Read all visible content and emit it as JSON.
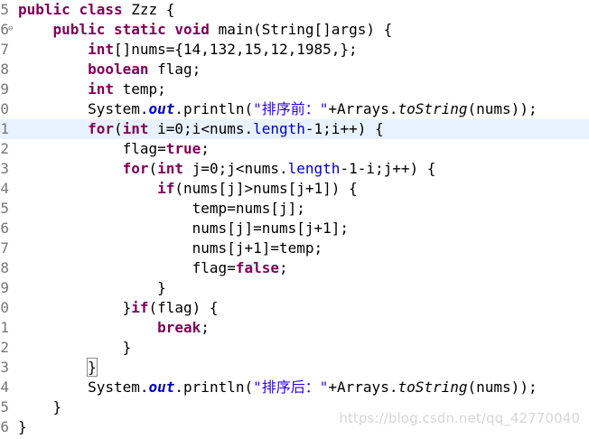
{
  "editor": {
    "current_line_index": 6,
    "lines": [
      {
        "gutter": "5",
        "fold": false,
        "tokens": [
          {
            "t": "public",
            "c": "kw"
          },
          {
            "t": " ",
            "c": ""
          },
          {
            "t": "class",
            "c": "kw"
          },
          {
            "t": " Zzz {",
            "c": ""
          }
        ]
      },
      {
        "gutter": "6",
        "fold": true,
        "tokens": [
          {
            "t": "    ",
            "c": ""
          },
          {
            "t": "public",
            "c": "kw"
          },
          {
            "t": " ",
            "c": ""
          },
          {
            "t": "static",
            "c": "kw"
          },
          {
            "t": " ",
            "c": ""
          },
          {
            "t": "void",
            "c": "kw"
          },
          {
            "t": " main(String[]args) {",
            "c": ""
          }
        ]
      },
      {
        "gutter": "7",
        "fold": false,
        "tokens": [
          {
            "t": "        ",
            "c": ""
          },
          {
            "t": "int",
            "c": "kw"
          },
          {
            "t": "[]nums={14,132,15,12,1985,};",
            "c": ""
          }
        ]
      },
      {
        "gutter": "8",
        "fold": false,
        "tokens": [
          {
            "t": "        ",
            "c": ""
          },
          {
            "t": "boolean",
            "c": "kw"
          },
          {
            "t": " flag;",
            "c": ""
          }
        ]
      },
      {
        "gutter": "9",
        "fold": false,
        "tokens": [
          {
            "t": "        ",
            "c": ""
          },
          {
            "t": "int",
            "c": "kw"
          },
          {
            "t": " temp;",
            "c": ""
          }
        ]
      },
      {
        "gutter": "0",
        "fold": false,
        "tokens": [
          {
            "t": "        System.",
            "c": ""
          },
          {
            "t": "out",
            "c": "static-field"
          },
          {
            "t": ".println(",
            "c": ""
          },
          {
            "t": "\"排序前：\"",
            "c": "str"
          },
          {
            "t": "+Arrays.",
            "c": ""
          },
          {
            "t": "toString",
            "c": "static-method"
          },
          {
            "t": "(nums));",
            "c": ""
          }
        ]
      },
      {
        "gutter": "1",
        "fold": false,
        "tokens": [
          {
            "t": "        ",
            "c": ""
          },
          {
            "t": "for",
            "c": "kw"
          },
          {
            "t": "(",
            "c": ""
          },
          {
            "t": "int",
            "c": "kw"
          },
          {
            "t": " i=0;i<nums.",
            "c": ""
          },
          {
            "t": "length",
            "c": "field"
          },
          {
            "t": "-1;i++) {",
            "c": ""
          }
        ]
      },
      {
        "gutter": "2",
        "fold": false,
        "tokens": [
          {
            "t": "            flag=",
            "c": ""
          },
          {
            "t": "true",
            "c": "kw"
          },
          {
            "t": ";",
            "c": ""
          }
        ]
      },
      {
        "gutter": "3",
        "fold": false,
        "tokens": [
          {
            "t": "            ",
            "c": ""
          },
          {
            "t": "for",
            "c": "kw"
          },
          {
            "t": "(",
            "c": ""
          },
          {
            "t": "int",
            "c": "kw"
          },
          {
            "t": " j=0;j<nums.",
            "c": ""
          },
          {
            "t": "length",
            "c": "field"
          },
          {
            "t": "-1-i;j++) {",
            "c": ""
          }
        ]
      },
      {
        "gutter": "4",
        "fold": false,
        "tokens": [
          {
            "t": "                ",
            "c": ""
          },
          {
            "t": "if",
            "c": "kw"
          },
          {
            "t": "(nums[j]>nums[j+1]) {",
            "c": ""
          }
        ]
      },
      {
        "gutter": "5",
        "fold": false,
        "tokens": [
          {
            "t": "                    temp=nums[j];",
            "c": ""
          }
        ]
      },
      {
        "gutter": "6",
        "fold": false,
        "tokens": [
          {
            "t": "                    nums[j]=nums[j+1];",
            "c": ""
          }
        ]
      },
      {
        "gutter": "7",
        "fold": false,
        "tokens": [
          {
            "t": "                    nums[j+1]=temp;",
            "c": ""
          }
        ]
      },
      {
        "gutter": "8",
        "fold": false,
        "tokens": [
          {
            "t": "                    flag=",
            "c": ""
          },
          {
            "t": "false",
            "c": "kw"
          },
          {
            "t": ";",
            "c": ""
          }
        ]
      },
      {
        "gutter": "9",
        "fold": false,
        "tokens": [
          {
            "t": "                }",
            "c": ""
          }
        ]
      },
      {
        "gutter": "0",
        "fold": false,
        "tokens": [
          {
            "t": "            }",
            "c": ""
          },
          {
            "t": "if",
            "c": "kw"
          },
          {
            "t": "(flag) {",
            "c": ""
          }
        ]
      },
      {
        "gutter": "1",
        "fold": false,
        "tokens": [
          {
            "t": "                ",
            "c": ""
          },
          {
            "t": "break",
            "c": "kw"
          },
          {
            "t": ";",
            "c": ""
          }
        ]
      },
      {
        "gutter": "2",
        "fold": false,
        "tokens": [
          {
            "t": "            }",
            "c": ""
          }
        ]
      },
      {
        "gutter": "3",
        "fold": false,
        "tokens": [
          {
            "t": "        ",
            "c": ""
          },
          {
            "t": "}",
            "c": "bracket-box"
          }
        ]
      },
      {
        "gutter": "4",
        "fold": false,
        "tokens": [
          {
            "t": "        System.",
            "c": ""
          },
          {
            "t": "out",
            "c": "static-field"
          },
          {
            "t": ".println(",
            "c": ""
          },
          {
            "t": "\"排序后：\"",
            "c": "str"
          },
          {
            "t": "+Arrays.",
            "c": ""
          },
          {
            "t": "toString",
            "c": "static-method"
          },
          {
            "t": "(nums));",
            "c": ""
          }
        ]
      },
      {
        "gutter": "5",
        "fold": false,
        "tokens": [
          {
            "t": "    }",
            "c": ""
          }
        ]
      },
      {
        "gutter": "6",
        "fold": false,
        "tokens": [
          {
            "t": "}",
            "c": ""
          }
        ]
      }
    ]
  },
  "watermark": "https://blog.csdn.net/qq_42770040"
}
